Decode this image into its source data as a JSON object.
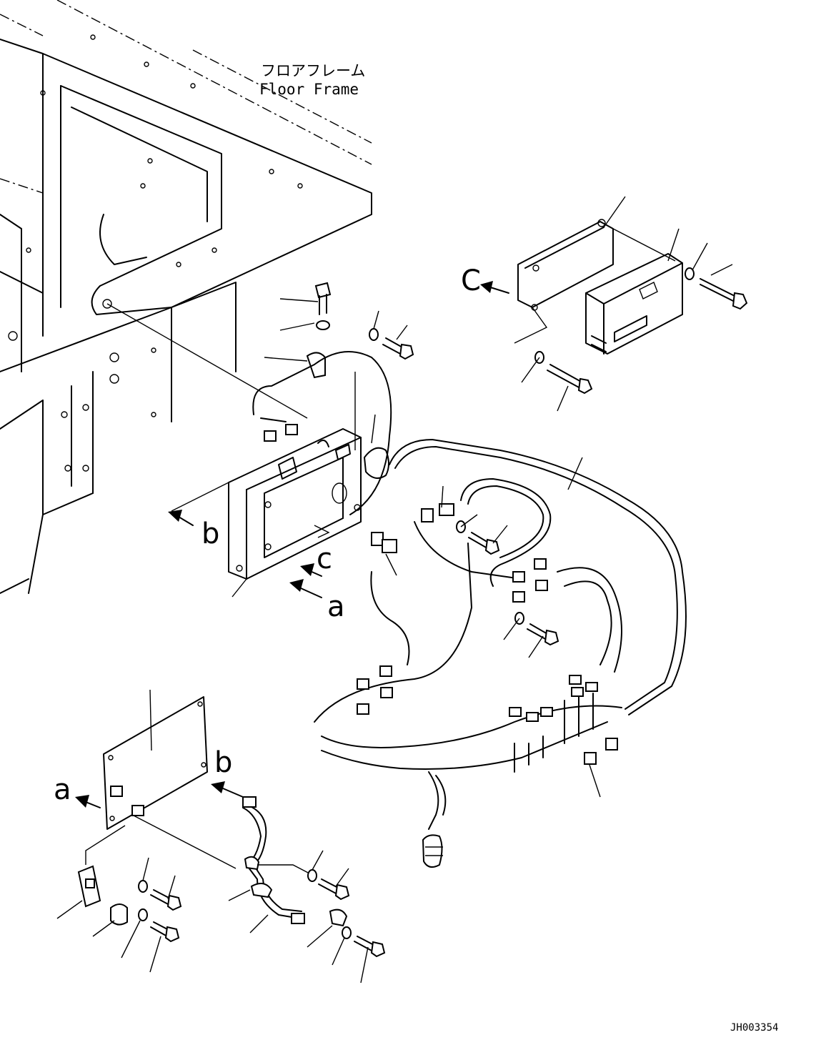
{
  "header": {
    "title_jp": "フロアフレーム",
    "title_en": "Floor Frame"
  },
  "view_labels": {
    "c_top": "C",
    "b_left": "b",
    "c_box": "c",
    "a_box": "a",
    "a_panel": "a",
    "b_panel": "b"
  },
  "footer": {
    "drawing_id": "JH003354"
  }
}
